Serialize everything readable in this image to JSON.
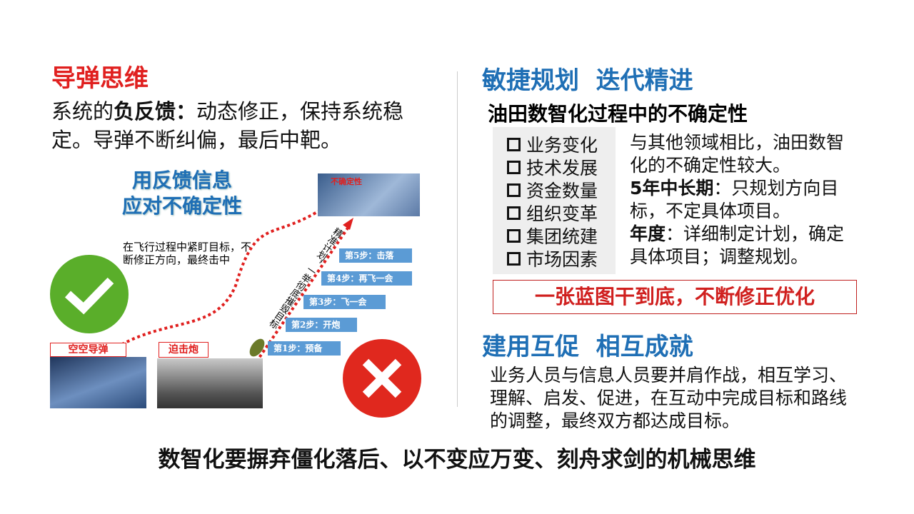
{
  "left": {
    "title": "导弹思维",
    "intro_prefix": "系统的",
    "intro_bold": "负反馈：",
    "intro_rest": "动态修正，保持系统稳定。导弹不断纠偏，最后中靶。",
    "feedback_line1": "用反馈信息",
    "feedback_line2": "应对不确定性",
    "note": "在飞行过程中紧盯目标，不断修正方向，最终击中",
    "uncertainty_label": "不确定性",
    "missile_label": "空空导弹",
    "mortar_label": "迫击炮",
    "vertical_text": "精准计划，一举彻底摧毁目标",
    "steps": [
      "第5步：击落",
      "第4步：再飞一会",
      "第3步：飞一会",
      "第2步：开炮",
      "第1步：预备"
    ]
  },
  "right": {
    "title1": "敏捷规划  迭代精进",
    "subtitle": "油田数智化过程中的不确定性",
    "checklist": [
      "业务变化",
      "技术发展",
      "资金数量",
      "组织变革",
      "集团统建",
      "市场因素"
    ],
    "desc1": "与其他领域相比，油田数智化的不确定性较大。",
    "desc2_bold": "5年中长期",
    "desc2": "：只规划方向目标，不定具体项目。",
    "desc3_bold": "年度",
    "desc3": "：详细制定计划，确定具体项目；调整规划。",
    "banner": "一张蓝图干到底，不断修正优化",
    "title2": "建用互促  相互成就",
    "para": "业务人员与信息人员要并肩作战，相互学习、理解、启发、促进，在互动中完成目标和路线的调整，最终双方都达成目标。"
  },
  "footer": "数智化要摒弃僵化落后、以不变应万变、刻舟求剑的机械思维"
}
